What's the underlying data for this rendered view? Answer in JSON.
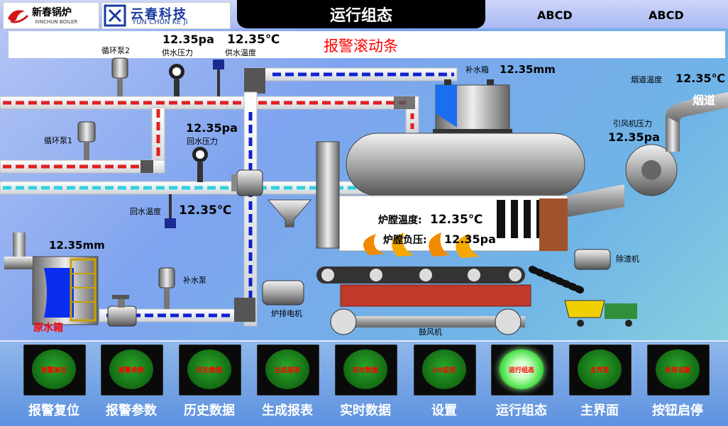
{
  "header": {
    "brand1": "新春锅炉",
    "brand1_sub": "XINCHUN BOILER",
    "brand2": "云春科技",
    "brand2_sub": "YUN CHUN KE JI",
    "title": "运行组态",
    "right1": "ABCD",
    "right2": "ABCD"
  },
  "alarm": {
    "text": "报警滚动条"
  },
  "readings": {
    "supply_pressure_value": "12.35pa",
    "supply_pressure_label": "供水压力",
    "supply_temp_value": "12.35℃",
    "supply_temp_label": "供水温度",
    "return_pressure_value": "12.35pa",
    "return_pressure_label": "回水压力",
    "return_temp_value": "12.35℃",
    "return_temp_label": "回水温度",
    "makeup_tank_label": "补水箱",
    "makeup_tank_value": "12.35mm",
    "flue_temp_label": "烟道温度",
    "flue_temp_value": "12.35℃",
    "flue_label": "烟道",
    "fan_pressure_label": "引风机压力",
    "fan_pressure_value": "12.35pa",
    "furnace_temp_label": "炉膛温度:",
    "furnace_temp_value": "12.35℃",
    "furnace_press_label": "炉膛负压:",
    "furnace_press_value": "12.35pa",
    "raw_tank_level": "12.35mm",
    "raw_tank_label": "原水箱"
  },
  "equipment": {
    "pump2": "循环泵2",
    "pump1": "循环泵1",
    "makeup_pump": "补水泵",
    "exhaust_motor": "炉排电机",
    "blower": "鼓风机",
    "slag_remover": "除渣机"
  },
  "buttons": [
    {
      "inner": "报警复位",
      "label": "报警复位",
      "active": false
    },
    {
      "inner": "报警参数",
      "label": "报警参数",
      "active": false
    },
    {
      "inner": "历史数据",
      "label": "历史数据",
      "active": false
    },
    {
      "inner": "生成报表",
      "label": "生成报表",
      "active": false
    },
    {
      "inner": "实时数据",
      "label": "实时数据",
      "active": false
    },
    {
      "inner": "I/O监控",
      "label": "设置",
      "active": false
    },
    {
      "inner": "运行组态",
      "label": "运行组态",
      "active": true
    },
    {
      "inner": "主界面",
      "label": "主界面",
      "active": false
    },
    {
      "inner": "启停设置",
      "label": "按钮启停",
      "active": false
    }
  ],
  "colors": {
    "hot_pipe": "#e02020",
    "cold_pipe": "#1020d0",
    "return_pipe": "#30d0e0",
    "alarm": "#ff0000",
    "button_on": "#3bdc3b"
  }
}
